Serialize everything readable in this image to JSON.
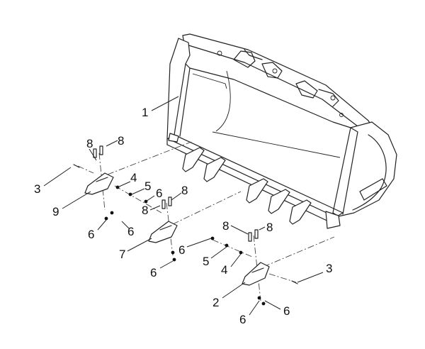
{
  "callouts": {
    "c1": "1",
    "c2": "2",
    "c3a": "3",
    "c3b": "3",
    "c4a": "4",
    "c4b": "4",
    "c5a": "5",
    "c5b": "5",
    "c6a": "6",
    "c6b": "6",
    "c6c": "6",
    "c6d": "6",
    "c6e": "6",
    "c6f": "6",
    "c6g": "6",
    "c7": "7",
    "c8a": "8",
    "c8b": "8",
    "c8c": "8",
    "c8d": "8",
    "c8e": "8",
    "c8f": "8",
    "c9": "9"
  }
}
